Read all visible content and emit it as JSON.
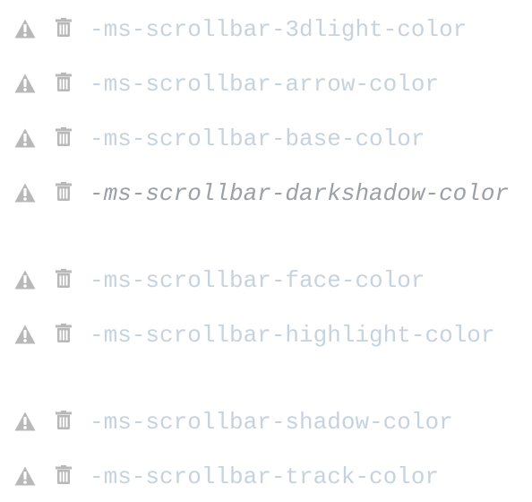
{
  "colors": {
    "icon": "#b8b8b8",
    "name": "#c6d3de",
    "name_italic": "#9aa0a6"
  },
  "icons": {
    "warning": "warning-triangle-icon",
    "delete": "trash-icon"
  },
  "properties": [
    {
      "name": "-ms-scrollbar-3dlight-color",
      "italic": false
    },
    {
      "name": "-ms-scrollbar-arrow-color",
      "italic": false
    },
    {
      "name": "-ms-scrollbar-base-color",
      "italic": false
    },
    {
      "name": "-ms-scrollbar-darkshadow-color",
      "italic": true
    },
    {
      "name": "-ms-scrollbar-face-color",
      "italic": false
    },
    {
      "name": "-ms-scrollbar-highlight-color",
      "italic": false
    },
    {
      "name": "-ms-scrollbar-shadow-color",
      "italic": false
    },
    {
      "name": "-ms-scrollbar-track-color",
      "italic": false
    }
  ]
}
